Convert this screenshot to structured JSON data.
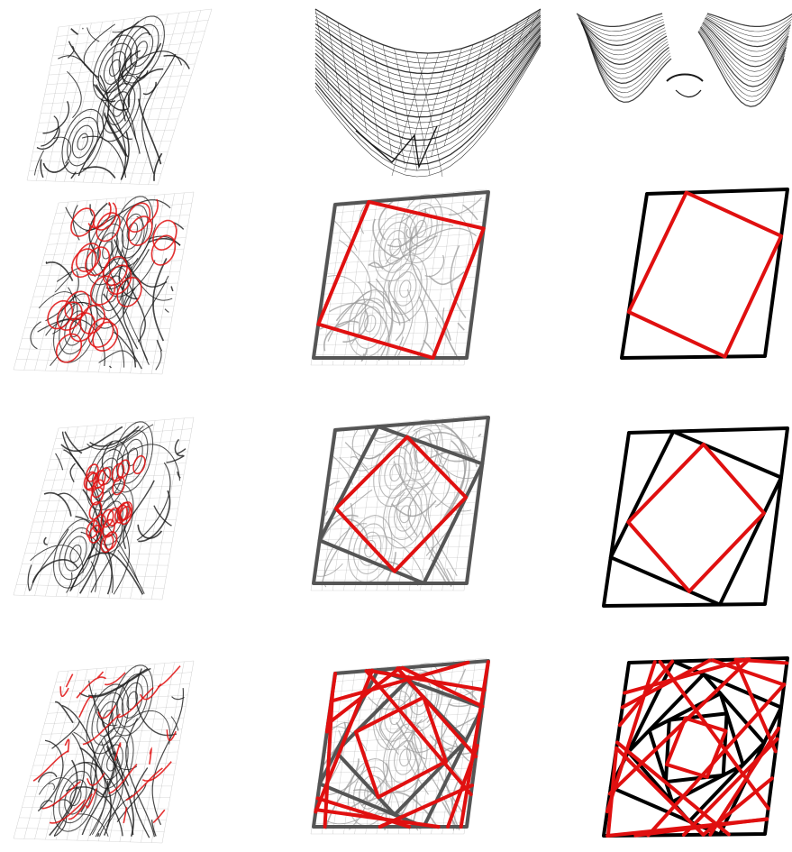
{
  "figure": {
    "rows": 4,
    "columns": 3,
    "colors": {
      "background": "#ffffff",
      "streamline": "#1a1a1a",
      "faint_streamline": "#9a9a9a",
      "highlight": "#e01010",
      "frame_gray": "#555555",
      "frame_black": "#000000"
    }
  },
  "panels": [
    {
      "row": 1,
      "col": 1,
      "kind": "streamline-surface-flat",
      "highlight": "none"
    },
    {
      "row": 1,
      "col": 2,
      "kind": "curved-surface-saddle",
      "highlight": "none"
    },
    {
      "row": 1,
      "col": 3,
      "kind": "curved-surface-butterfly",
      "highlight": "none"
    },
    {
      "row": 2,
      "col": 1,
      "kind": "streamline-surface-flat",
      "highlight": "outer-loop"
    },
    {
      "row": 2,
      "col": 2,
      "kind": "parallelogram-over-streamlines",
      "nested_levels": 1
    },
    {
      "row": 2,
      "col": 3,
      "kind": "parallelogram-schematic",
      "nested_levels": 1
    },
    {
      "row": 3,
      "col": 1,
      "kind": "streamline-surface-flat",
      "highlight": "inner-loop"
    },
    {
      "row": 3,
      "col": 2,
      "kind": "parallelogram-over-streamlines",
      "nested_levels": 2
    },
    {
      "row": 3,
      "col": 3,
      "kind": "parallelogram-schematic",
      "nested_levels": 2
    },
    {
      "row": 4,
      "col": 1,
      "kind": "streamline-surface-flat",
      "highlight": "scattered"
    },
    {
      "row": 4,
      "col": 2,
      "kind": "parallelogram-over-streamlines",
      "nested_levels": 3
    },
    {
      "row": 4,
      "col": 3,
      "kind": "parallelogram-schematic",
      "nested_levels": 5
    }
  ]
}
